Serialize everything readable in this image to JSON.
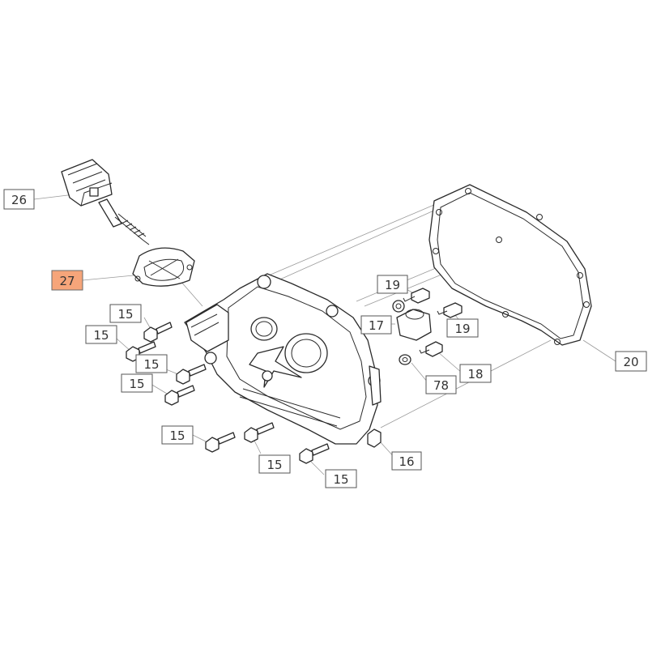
{
  "colors": {
    "highlight": "#f6a57a",
    "outline": "#2a2a2a",
    "leader": "#9a9a9a"
  },
  "callouts": [
    {
      "id": "c26",
      "label": "26",
      "highlighted": false
    },
    {
      "id": "c27",
      "label": "27",
      "highlighted": true
    },
    {
      "id": "c19a",
      "label": "19",
      "highlighted": false
    },
    {
      "id": "c17",
      "label": "17",
      "highlighted": false
    },
    {
      "id": "c19b",
      "label": "19",
      "highlighted": false
    },
    {
      "id": "c15a",
      "label": "15",
      "highlighted": false
    },
    {
      "id": "c15b",
      "label": "15",
      "highlighted": false
    },
    {
      "id": "c15c",
      "label": "15",
      "highlighted": false
    },
    {
      "id": "c15d",
      "label": "15",
      "highlighted": false
    },
    {
      "id": "c20",
      "label": "20",
      "highlighted": false
    },
    {
      "id": "c18",
      "label": "18",
      "highlighted": false
    },
    {
      "id": "c78",
      "label": "78",
      "highlighted": false
    },
    {
      "id": "c15e",
      "label": "15",
      "highlighted": false
    },
    {
      "id": "c15f",
      "label": "15",
      "highlighted": false
    },
    {
      "id": "c16",
      "label": "16",
      "highlighted": false
    },
    {
      "id": "c15g",
      "label": "15",
      "highlighted": false
    }
  ]
}
